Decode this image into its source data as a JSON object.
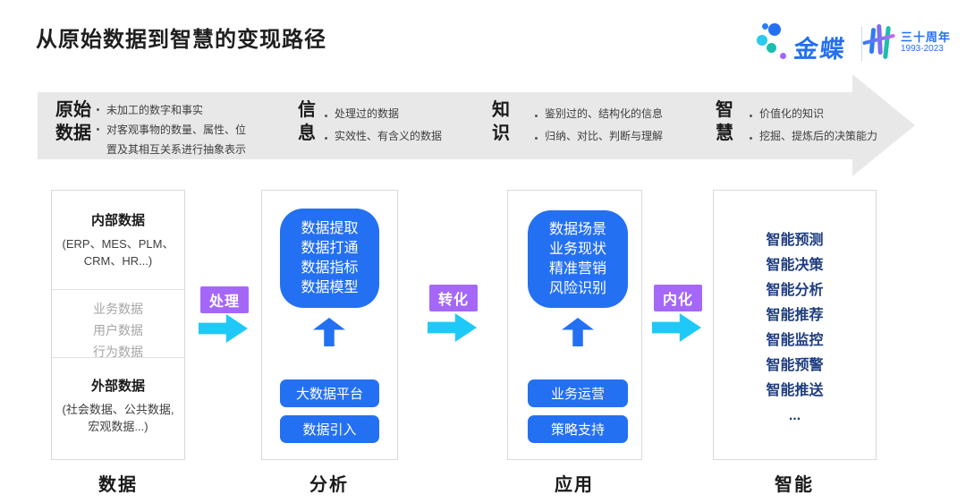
{
  "header": {
    "title": "从原始数据到智慧的变现路径",
    "logo": {
      "brand": "金蝶",
      "anniversary": "三十周年",
      "years": "1993-2023"
    }
  },
  "banner": {
    "stages": [
      {
        "title": "原始\n数据",
        "bullet1": "未加工的数字和事实",
        "bullet2": "对客观事物的数量、属性、位置及其相互关系进行抽象表示"
      },
      {
        "title": "信\n息",
        "bullet1": "处理过的数据",
        "bullet2": "实效性、有含义的数据"
      },
      {
        "title": "知\n识",
        "bullet1": "鉴别过的、结构化的信息",
        "bullet2": "归纳、对比、判断与理解"
      },
      {
        "title": "智\n慧",
        "bullet1": "价值化的知识",
        "bullet2": "挖掘、提炼后的决策能力"
      }
    ]
  },
  "columns": [
    {
      "footer_label": "数据",
      "internal_title": "内部数据",
      "internal_line1": "(ERP、MES、PLM、",
      "internal_line2": "CRM、HR...)",
      "middle": [
        "业务数据",
        "用户数据",
        "行为数据"
      ],
      "external_title": "外部数据",
      "external_line1": "(社会数据、公共数据,",
      "external_line2": "宏观数据...)"
    },
    {
      "footer_label": "分析",
      "card": [
        "数据提取",
        "数据打通",
        "数据指标",
        "数据模型"
      ],
      "buttons": [
        "大数据平台",
        "数据引入"
      ]
    },
    {
      "footer_label": "应用",
      "card": [
        "数据场景",
        "业务现状",
        "精准营销",
        "风险识别"
      ],
      "buttons": [
        "业务运营",
        "策略支持"
      ]
    },
    {
      "footer_label": "智能",
      "items": [
        "智能预测",
        "智能决策",
        "智能分析",
        "智能推荐",
        "智能监控",
        "智能预警",
        "智能推送",
        "..."
      ]
    }
  ],
  "connectors": [
    {
      "label": "处理"
    },
    {
      "label": "转化"
    },
    {
      "label": "内化"
    }
  ],
  "colors": {
    "brand_blue": "#2470F2",
    "cyan_arrow": "#1FC9F7",
    "purple_badge": "#A567F8",
    "navy_text": "#1E3D80",
    "banner_gray": "#E8E8E8",
    "teal_dot": "#1CBFAD"
  }
}
